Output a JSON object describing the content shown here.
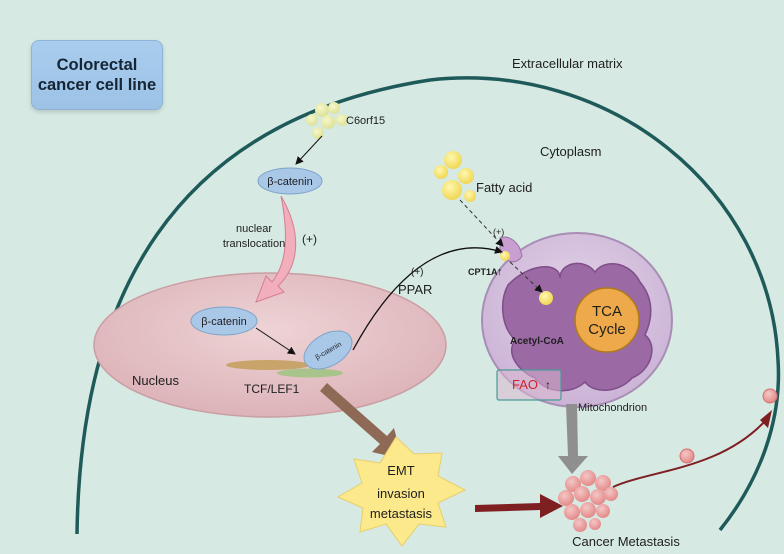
{
  "title": {
    "line1": "Colorectal",
    "line2": "cancer cell line"
  },
  "compartments": {
    "extracellular": "Extracellular matrix",
    "cytoplasm": "Cytoplasm",
    "nucleus": "Nucleus",
    "mitochondrion": "Mitochondrion"
  },
  "molecules": {
    "c6orf15": "C6orf15",
    "beta_catenin": "β-catenin",
    "fatty_acid": "Fatty acid",
    "tcf_lef1": "TCF/LEF1",
    "ppar": "PPAR",
    "cpt1a": "CPT1A",
    "acetyl_coa": "Acetyl-CoA",
    "tca_line1": "TCA",
    "tca_line2": "Cycle",
    "fao": "FAO"
  },
  "annotations": {
    "nuclear_line1": "nuclear",
    "nuclear_line2": "translocation",
    "plus": "(+)",
    "up_arrow": "↑"
  },
  "outcomes": {
    "emt_line1": "EMT",
    "emt_line2": "invasion",
    "emt_line3": "metastasis",
    "cancer_metastasis": "Cancer Metastasis"
  },
  "colors": {
    "background": "#d6e9e2",
    "membrane": "#1f5a5a",
    "nucleus": "#e6c4c7",
    "beta_catenin": "#a9c8e8",
    "mitochondrion": "#d6c4de",
    "cristae": "#9b6aa5",
    "tca": "#eeaa4a",
    "emt_star": "#fbe98c",
    "fao_text": "#d2232a",
    "arrow_brown": "#8e6a56",
    "arrow_darkred": "#7e1f22"
  }
}
